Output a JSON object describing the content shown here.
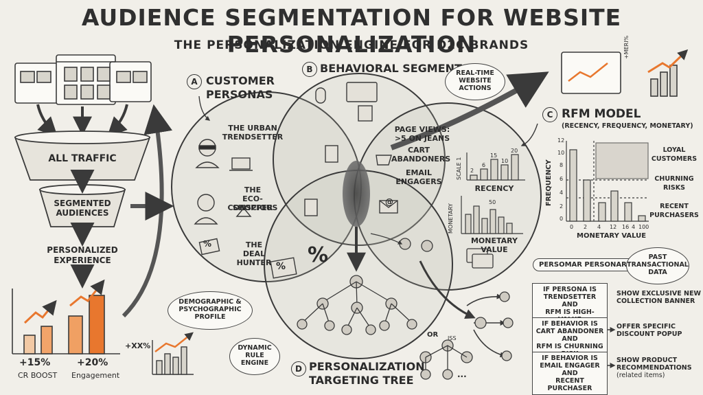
{
  "header": {
    "title": "AUDIENCE SEGMENTATION FOR WEBSITE PERSONALIZATION",
    "subtitle": "THE PERSONALIZATION ENGINE FOR D2C BRANDS"
  },
  "funnel": {
    "stage1": "ALL TRAFFIC",
    "stage2_line1": "SEGMENTED",
    "stage2_line2": "AUDIENCES",
    "stage3_line1": "PERSONALIZED",
    "stage3_line2": "EXPERIENCE"
  },
  "results": {
    "stat1_value": "+15%",
    "stat1_label": "CR BOOST",
    "stat2_value": "+20%",
    "stat2_label": "Engagement",
    "stat3": "+XX%"
  },
  "personas": {
    "marker": "A",
    "title_line1": "CUSTOMER",
    "title_line2": "PERSONAS",
    "p1_line1": "THE URBAN",
    "p1_line2": "TRENDSETTER",
    "p2_line1": "THE",
    "p2_line2": "ECO-CONSCIOUS",
    "p2_line3": "SHOPPER",
    "p3_line1": "THE",
    "p3_line2": "DEAL",
    "p3_line3": "HUNTER",
    "callout_line1": "DEMOGRAPHIC &",
    "callout_line2": "PSYCHOGRAPHIC",
    "callout_line3": "PROFILE"
  },
  "behavioral": {
    "marker": "B",
    "title": "BEHAVIORAL SEGMENTS",
    "callout_line1": "REAL-TIME",
    "callout_line2": "WEBSITE",
    "callout_line3": "ACTIONS",
    "seg1_line1": "PAGE VIEWS:",
    "seg1_line2": ">5 ON JEANS",
    "seg2_line1": "CART",
    "seg2_line2": "ABANDONERS",
    "seg3_line1": "EMAIL",
    "seg3_line2": "ENGAGERS"
  },
  "rfm": {
    "marker": "C",
    "title": "RFM MODEL",
    "subtitle": "(RECENCY, FREQUENCY, MONETARY)",
    "recency_label": "RECENCY",
    "recency_axis": "SCALE 1",
    "recency_values": [
      "2",
      "6",
      "15",
      "10",
      "20"
    ],
    "monetary_axis": "MONETARY",
    "monetary_label_line1": "MONETARY",
    "monetary_label_line2": "VALUE",
    "monetary_peak": "50",
    "chart_ylabel": "FREQUENCY",
    "chart_xlabel": "MONETARY VALUE",
    "chart_yticks": [
      "12",
      "10",
      "8",
      "6",
      "4",
      "2",
      "0"
    ],
    "chart_xticks": [
      "0",
      "2",
      "4",
      "12",
      "16",
      "4",
      "100"
    ],
    "seg1_line1": "LOYAL",
    "seg1_line2": "CUSTOMERS",
    "seg2_line1": "CHURNING",
    "seg2_line2": "RISKS",
    "seg3_line1": "RECENT",
    "seg3_line2": "PURCHASERS",
    "monitor_label": "+MERI%"
  },
  "targeting": {
    "marker": "D",
    "title_line1": "PERSONALIZATION",
    "title_line2": "TARGETING TREE",
    "engine_line1": "DYNAMIC",
    "engine_line2": "RULE",
    "engine_line3": "ENGINE",
    "or_label": "OR",
    "iss_label": "ISS",
    "ellipsis": "...",
    "personars_label": "PERSOMAR PERSONARS",
    "past_line1": "PAST",
    "past_line2": "TRANSACTIONAL",
    "past_line3": "DATA"
  },
  "rules": [
    {
      "cond_line1": "IF PERSONA IS",
      "cond_line2": "TRENDSETTER AND",
      "cond_line3": "RFM IS HIGH-VALUE",
      "action_line1": "SHOW EXCLUSIVE NEW",
      "action_line2": "COLLECTION BANNER",
      "action_line3": ""
    },
    {
      "cond_line1": "IF BEHAVIOR IS",
      "cond_line2": "CART ABANDONER AND",
      "cond_line3": "RFM IS CHURNING RISK",
      "action_line1": "OFFER SPECIFIC",
      "action_line2": "DISCOUNT POPUP",
      "action_line3": ""
    },
    {
      "cond_line1": "IF BEHAVIOR IS",
      "cond_line2": "EMAIL ENGAGER AND",
      "cond_line3": "RECENT PURCHASER",
      "action_line1": "SHOW PRODUCT",
      "action_line2": "RECOMMENDATIONS",
      "action_line3": "(related items)"
    }
  ],
  "colors": {
    "ink": "#2b2b2b",
    "paper": "#f1efe9",
    "accent": "#e8772e"
  }
}
